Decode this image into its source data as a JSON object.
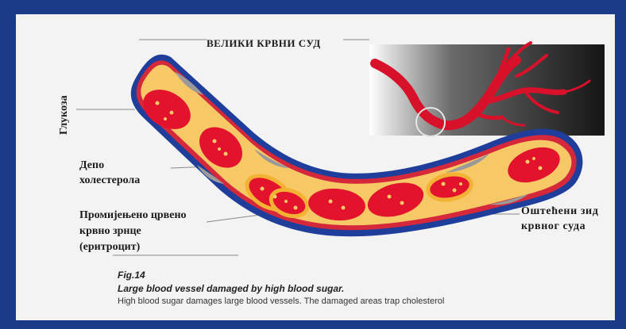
{
  "labels": {
    "large_vessel": "ВЕЛИКИ КРВНИ СУД",
    "glucose": "Глукоза",
    "cholesterol_depot_line1": "Депо",
    "cholesterol_depot_line2": "холестерола",
    "changed_rbc_line1": "Промијењено црвено",
    "changed_rbc_line2": "крвно зрнце",
    "changed_rbc_line3": "(еритроцит)",
    "damaged_wall_line1": "Оштећени зид",
    "damaged_wall_line2": "крвног суда"
  },
  "caption": {
    "figure": "Fig.14",
    "title": "Large blood vessel damaged by high blood sugar.",
    "text": "High blood sugar damages large blood vessels. The damaged areas trap cholesterol"
  },
  "colors": {
    "frame": "#1b3b88",
    "panel": "#f3f3f3",
    "vessel_fill": "#f6c866",
    "vessel_wall": "#1f3d9b",
    "vessel_wall_red": "#d5283a",
    "rbc": "#e3122d",
    "rbc_changed_ring": "#f3b234",
    "glucose_dot": "#f6c866",
    "plaque": "#9a9a9a",
    "inset_dark": "#2b2b2b"
  }
}
